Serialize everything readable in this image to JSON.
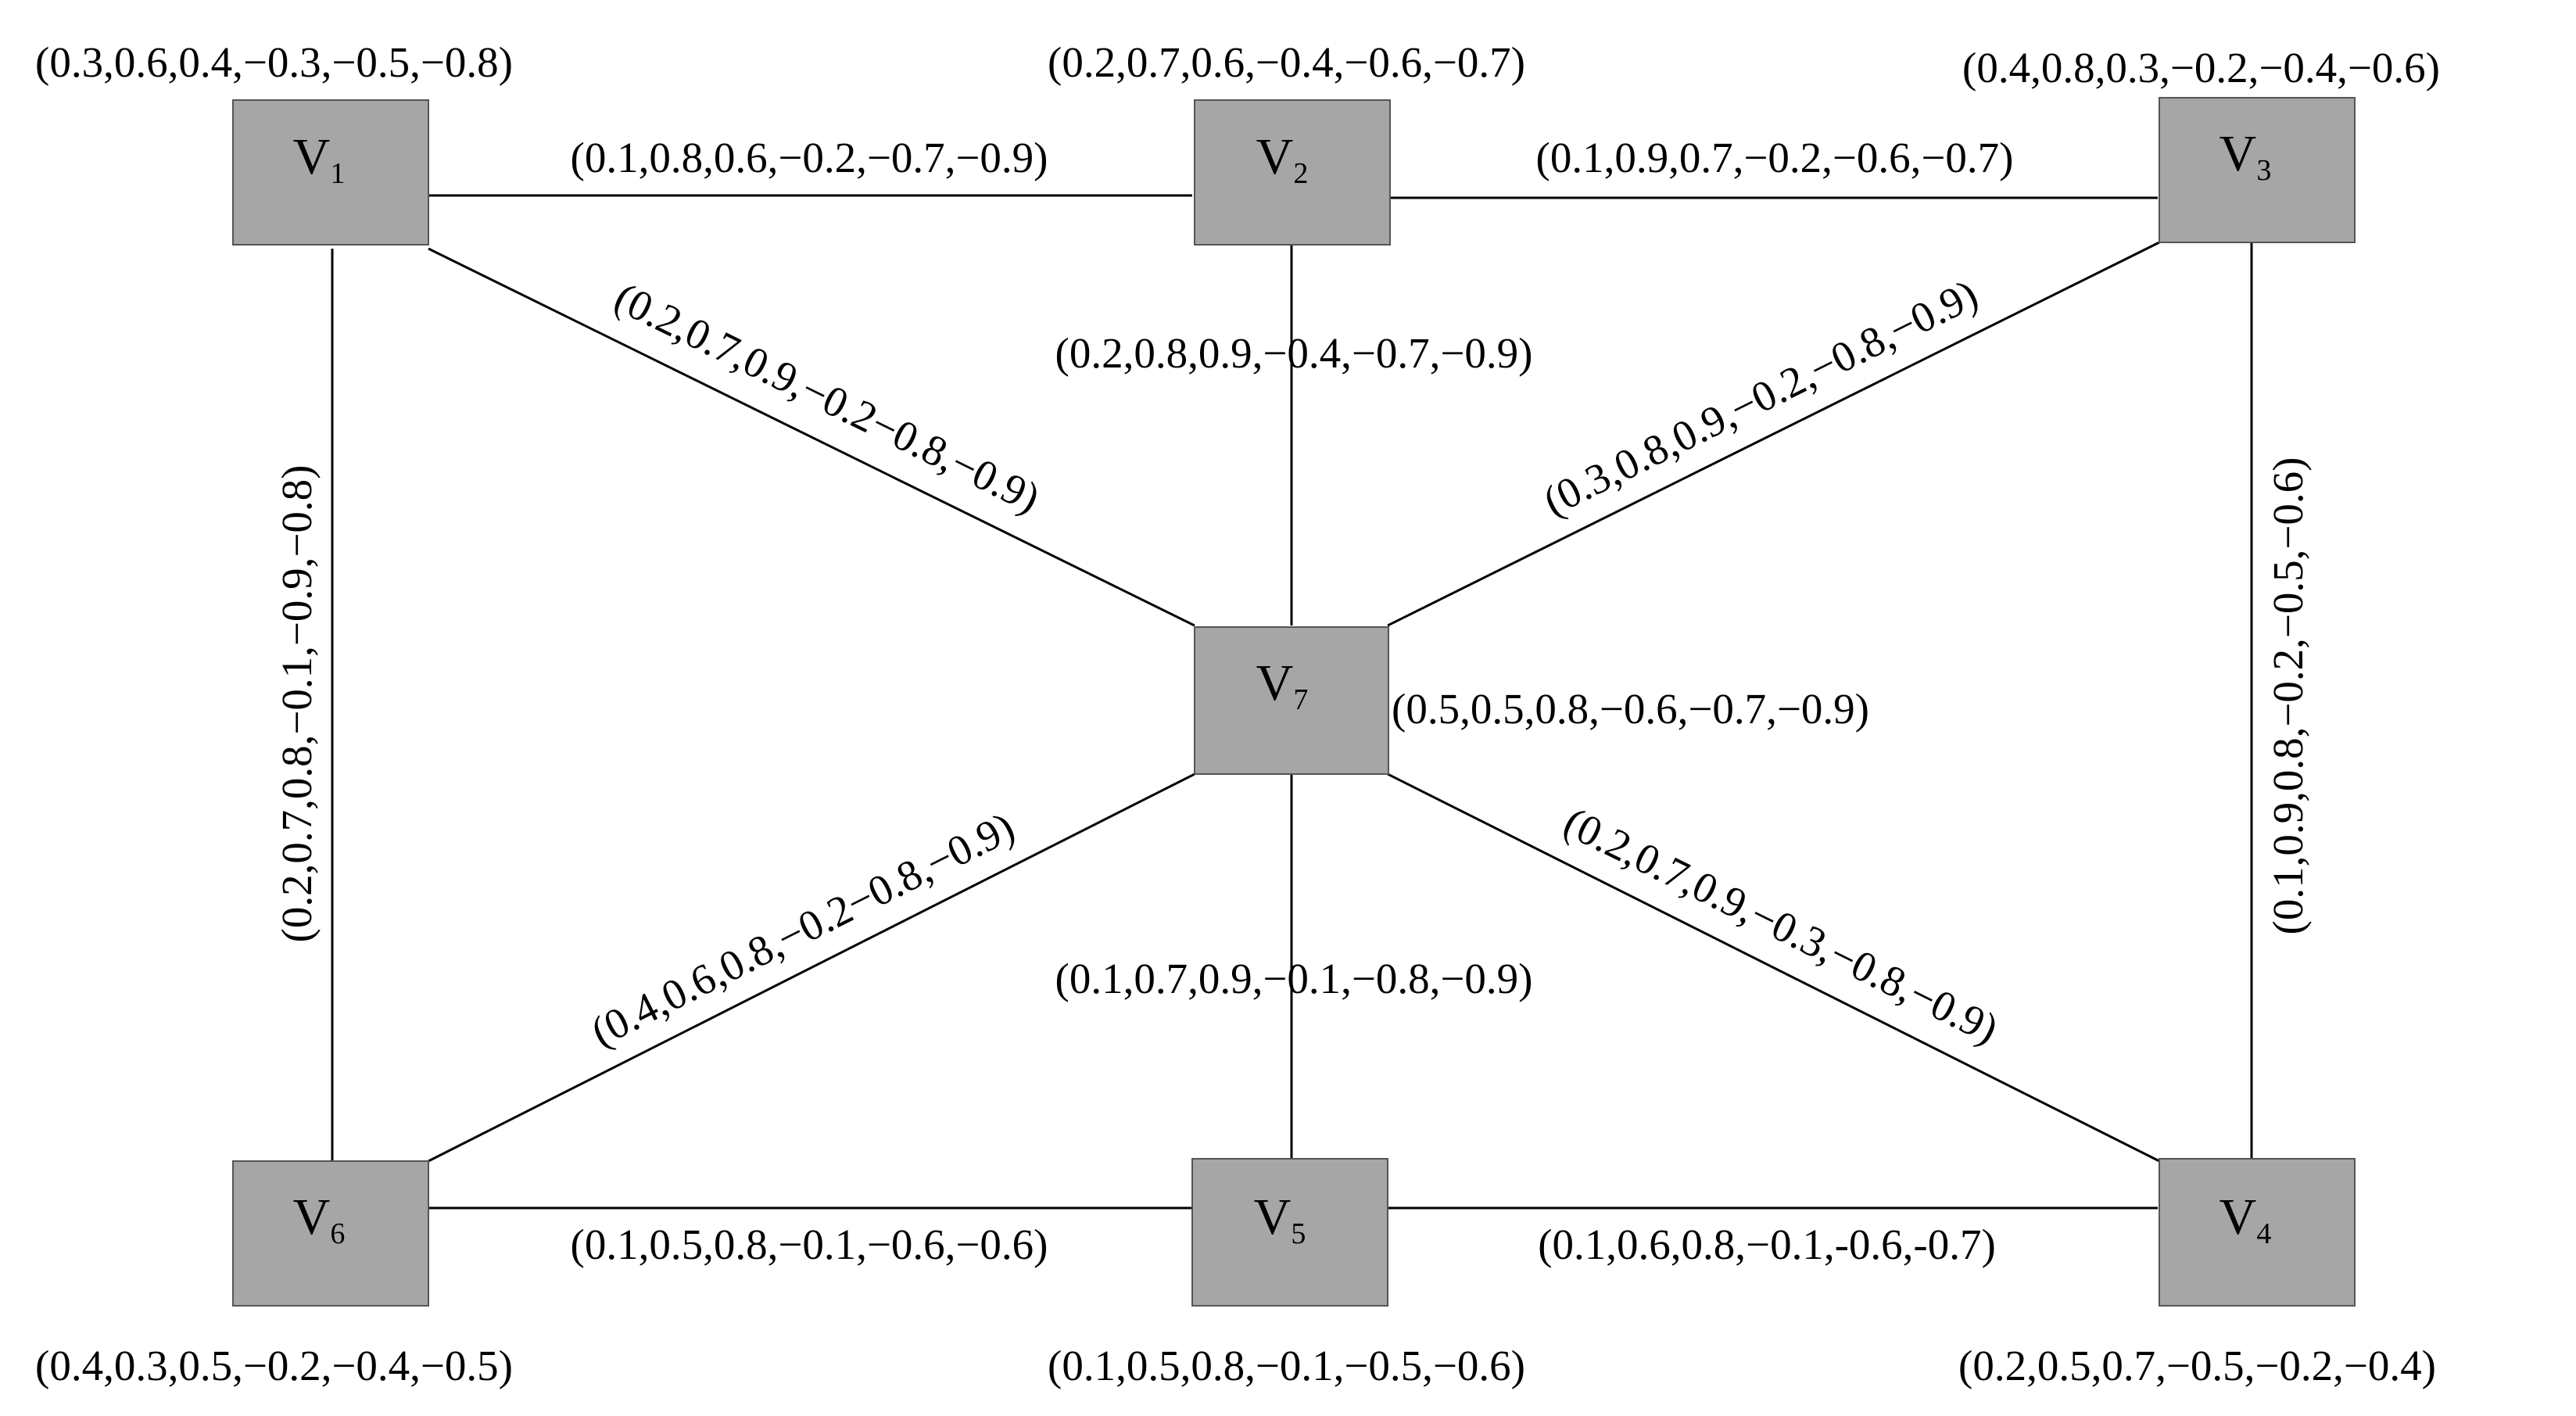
{
  "colors": {
    "node_fill": "#a6a6a6",
    "edge": "#000000",
    "background": "#ffffff"
  },
  "nodes": [
    {
      "id": "V1",
      "name": "V",
      "sub": "1",
      "label": "(0.3,0.6,0.4,−0.3,−0.5,−0.8)"
    },
    {
      "id": "V2",
      "name": "V",
      "sub": "2",
      "label": "(0.2,0.7,0.6,−0.4,−0.6,−0.7)"
    },
    {
      "id": "V3",
      "name": "V",
      "sub": "3",
      "label": "(0.4,0.8,0.3,−0.2,−0.4,−0.6)"
    },
    {
      "id": "V4",
      "name": "V",
      "sub": "4",
      "label": "(0.2,0.5,0.7,−0.5,−0.2,−0.4)"
    },
    {
      "id": "V5",
      "name": "V",
      "sub": "5",
      "label": "(0.1,0.5,0.8,−0.1,−0.5,−0.6)"
    },
    {
      "id": "V6",
      "name": "V",
      "sub": "6",
      "label": "(0.4,0.3,0.5,−0.2,−0.4,−0.5)"
    },
    {
      "id": "V7",
      "name": "V",
      "sub": "7",
      "label": "(0.5,0.5,0.8,−0.6,−0.7,−0.9)"
    }
  ],
  "edges": [
    {
      "from": "V1",
      "to": "V2",
      "label": "(0.1,0.8,0.6,−0.2,−0.7,−0.9)"
    },
    {
      "from": "V2",
      "to": "V3",
      "label": "(0.1,0.9,0.7,−0.2,−0.6,−0.7)"
    },
    {
      "from": "V1",
      "to": "V7",
      "label": "(0.2,0.7,0.9,−0.2−0.8,−0.9)"
    },
    {
      "from": "V2",
      "to": "V7",
      "label": "(0.2,0.8,0.9,−0.4,−0.7,−0.9)"
    },
    {
      "from": "V3",
      "to": "V7",
      "label": "(0.3,0.8,0.9,−0.2,−0.8,−0.9)"
    },
    {
      "from": "V1",
      "to": "V6",
      "label": "(0.2,0.7,0.8,−0.1,−0.9,−0.8)"
    },
    {
      "from": "V3",
      "to": "V4",
      "label": "(0.1,0.9,0.8,−0.2,−0.5,−0.6)"
    },
    {
      "from": "V6",
      "to": "V7",
      "label": "(0.4,0.6,0.8,−0.2−0.8,−0.9)"
    },
    {
      "from": "V5",
      "to": "V7",
      "label": "(0.1,0.7,0.9,−0.1,−0.8,−0.9)"
    },
    {
      "from": "V4",
      "to": "V7",
      "label": "(0.2,0.7,0.9,−0.3,−0.8,−0.9)"
    },
    {
      "from": "V6",
      "to": "V5",
      "label": "(0.1,0.5,0.8,−0.1,−0.6,−0.6)"
    },
    {
      "from": "V5",
      "to": "V4",
      "label": "(0.1,0.6,0.8,−0.1,-0.6,-0.7)"
    }
  ]
}
